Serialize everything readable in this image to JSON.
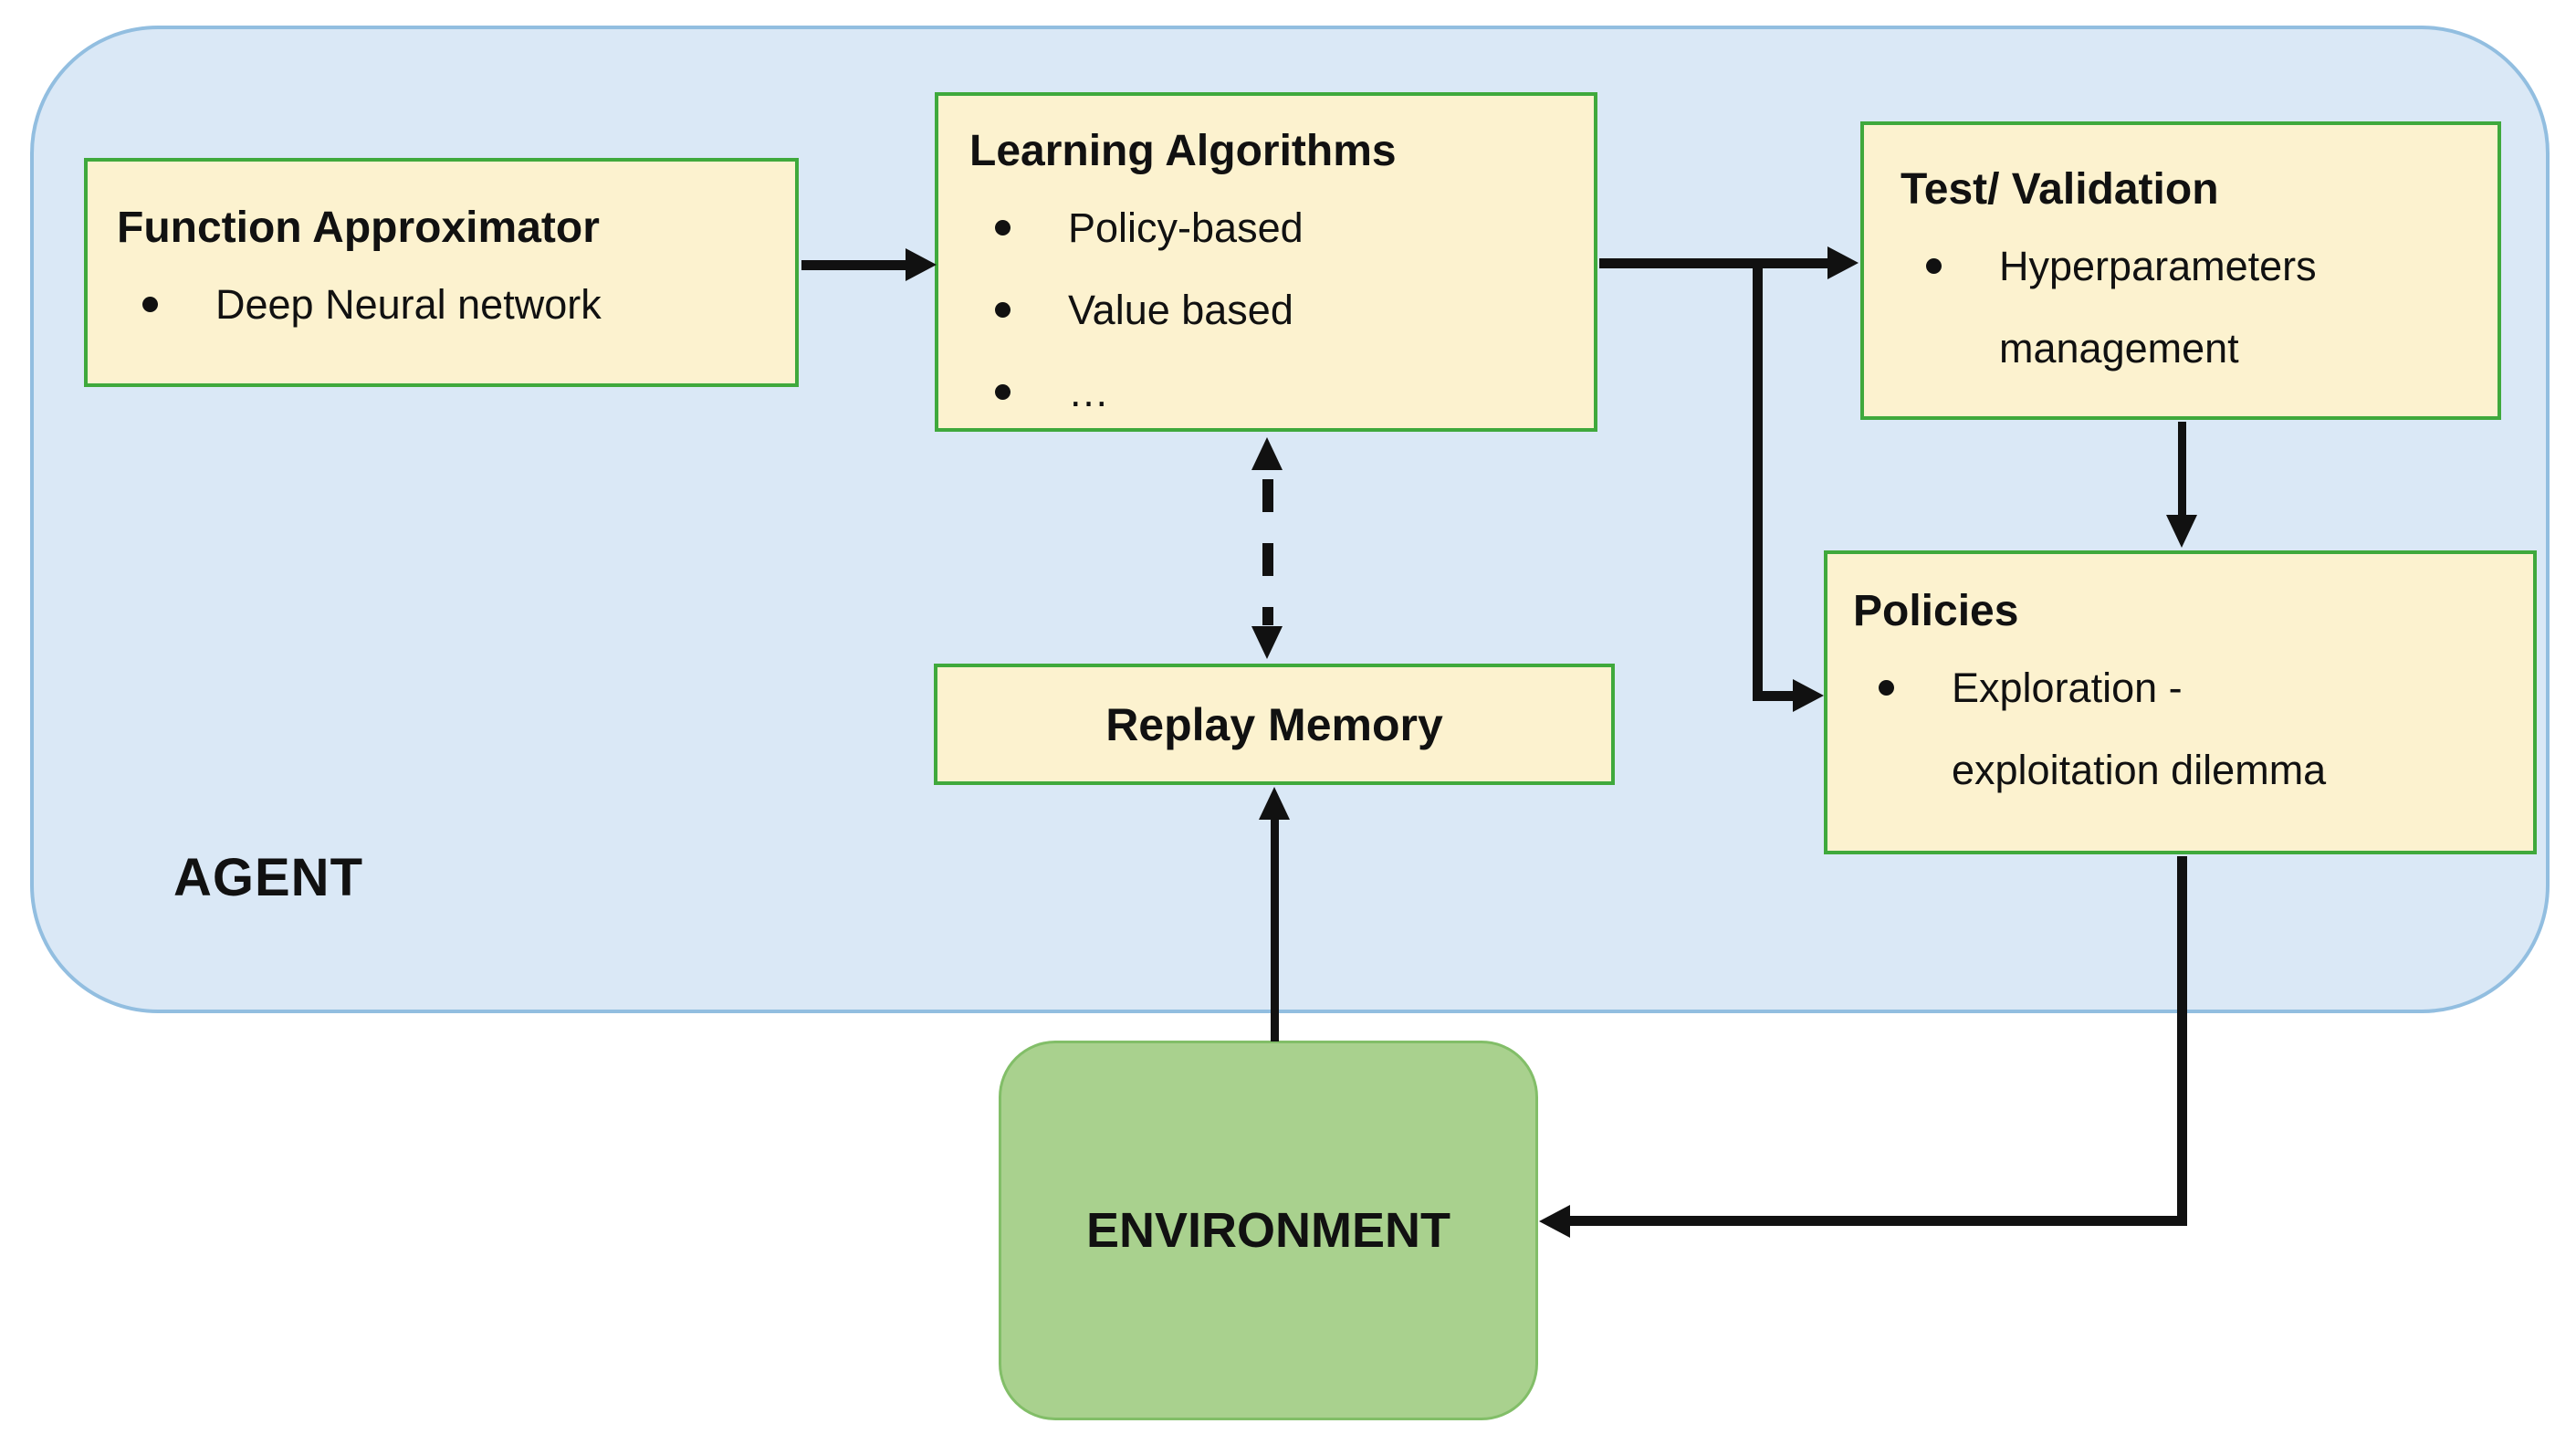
{
  "diagram": {
    "agent_label": "AGENT",
    "environment_label": "ENVIRONMENT",
    "boxes": {
      "function_approximator": {
        "title": "Function Approximator",
        "items": [
          "Deep Neural network"
        ]
      },
      "learning_algorithms": {
        "title": "Learning Algorithms",
        "items": [
          "Policy-based",
          "Value based",
          "…"
        ]
      },
      "test_validation": {
        "title": "Test/ Validation",
        "items": [
          "Hyperparameters management"
        ]
      },
      "policies": {
        "title": "Policies",
        "items": [
          "Exploration - exploitation dilemma"
        ]
      },
      "replay_memory": {
        "title": "Replay Memory"
      }
    },
    "connections": [
      {
        "from": "Function Approximator",
        "to": "Learning Algorithms",
        "style": "solid"
      },
      {
        "from": "Learning Algorithms",
        "to": "Test/ Validation",
        "style": "solid"
      },
      {
        "from": "Learning Algorithms",
        "to": "Policies",
        "style": "solid"
      },
      {
        "from": "Test/ Validation",
        "to": "Policies",
        "style": "solid"
      },
      {
        "from": "Policies",
        "to": "ENVIRONMENT",
        "style": "solid"
      },
      {
        "from": "ENVIRONMENT",
        "to": "Replay Memory",
        "style": "solid"
      },
      {
        "from": "Learning Algorithms",
        "to": "Replay Memory",
        "style": "dashed-bidirectional"
      }
    ],
    "colors": {
      "agent_fill": "#DAE8F6",
      "agent_border": "#92BEE0",
      "node_fill": "#FCF2CF",
      "node_border": "#3FA93C",
      "environment_fill": "#A9D18E",
      "environment_border": "#82BE68",
      "arrow": "#111111",
      "text": "#111111",
      "page_background": "#FFFFFF"
    }
  }
}
